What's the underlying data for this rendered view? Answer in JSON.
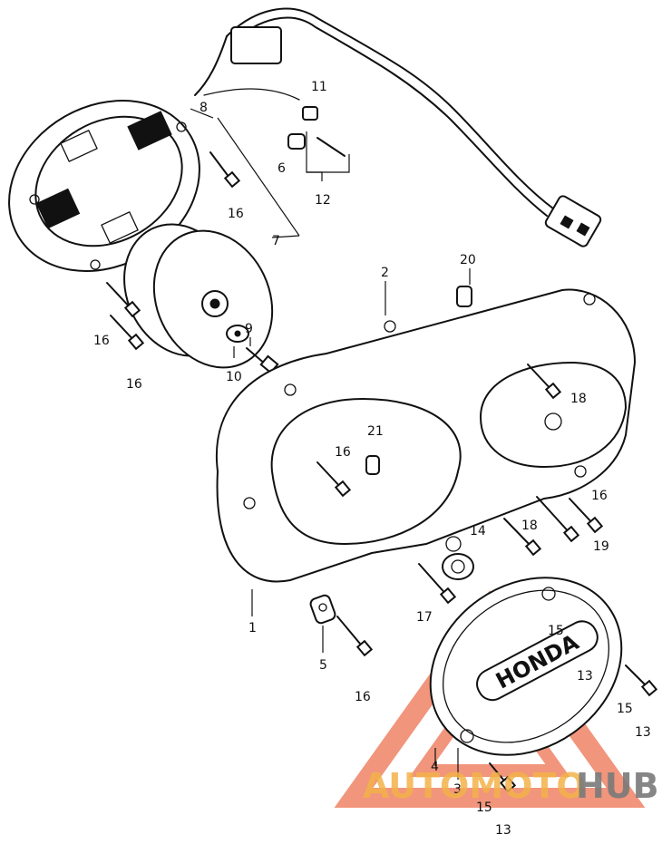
{
  "diagram": {
    "callouts": [
      {
        "id": "c1",
        "text": "1"
      },
      {
        "id": "c2",
        "text": "2"
      },
      {
        "id": "c3",
        "text": "3"
      },
      {
        "id": "c4",
        "text": "4"
      },
      {
        "id": "c5",
        "text": "5"
      },
      {
        "id": "c6",
        "text": "6"
      },
      {
        "id": "c7",
        "text": "7"
      },
      {
        "id": "c8",
        "text": "8"
      },
      {
        "id": "c9",
        "text": "9"
      },
      {
        "id": "c10",
        "text": "10"
      },
      {
        "id": "c11",
        "text": "11"
      },
      {
        "id": "c12",
        "text": "12"
      },
      {
        "id": "c13a",
        "text": "13"
      },
      {
        "id": "c13b",
        "text": "13"
      },
      {
        "id": "c13c",
        "text": "13"
      },
      {
        "id": "c14",
        "text": "14"
      },
      {
        "id": "c15a",
        "text": "15"
      },
      {
        "id": "c15b",
        "text": "15"
      },
      {
        "id": "c15c",
        "text": "15"
      },
      {
        "id": "c16a",
        "text": "16"
      },
      {
        "id": "c16b",
        "text": "16"
      },
      {
        "id": "c16c",
        "text": "16"
      },
      {
        "id": "c16d",
        "text": "16"
      },
      {
        "id": "c16e",
        "text": "16"
      },
      {
        "id": "c16f",
        "text": "16"
      },
      {
        "id": "c17",
        "text": "17"
      },
      {
        "id": "c18a",
        "text": "18"
      },
      {
        "id": "c18b",
        "text": "18"
      },
      {
        "id": "c19",
        "text": "19"
      },
      {
        "id": "c20",
        "text": "20"
      },
      {
        "id": "c21",
        "text": "21"
      }
    ],
    "cover_emblem": "HONDA"
  },
  "watermark": {
    "word_part1": "AUTOMOTO",
    "word_part2": "HUB",
    "color_primary": "#f08a6e",
    "color_secondary": "#f4b24a",
    "color_dark": "#7a7a7a"
  }
}
